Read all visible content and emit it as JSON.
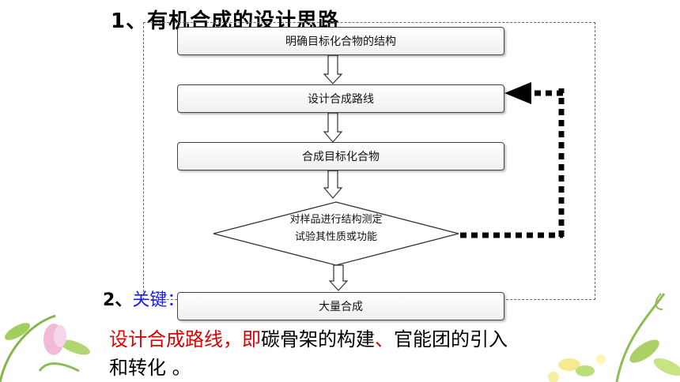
{
  "section1": {
    "number": "1",
    "sep": "、",
    "title": "有机合成的设计思路"
  },
  "flow": {
    "step1": "明确目标化合物的结构",
    "step2": "设计合成路线",
    "step3": "合成目标化合物",
    "decision_line1": "对样品进行结构测定",
    "decision_line2": "试验其性质或功能",
    "step4": "大量合成"
  },
  "section2": {
    "number": "2",
    "sep": "、",
    "title": "关键："
  },
  "key_text": {
    "part1": "设计合成路线，即",
    "part2": "碳骨架的构建",
    "part3": "、",
    "part4": "官能团的引入",
    "part5": "和转化 。"
  },
  "colors": {
    "highlight": "#e00000",
    "key_label": "#1a1aff"
  }
}
